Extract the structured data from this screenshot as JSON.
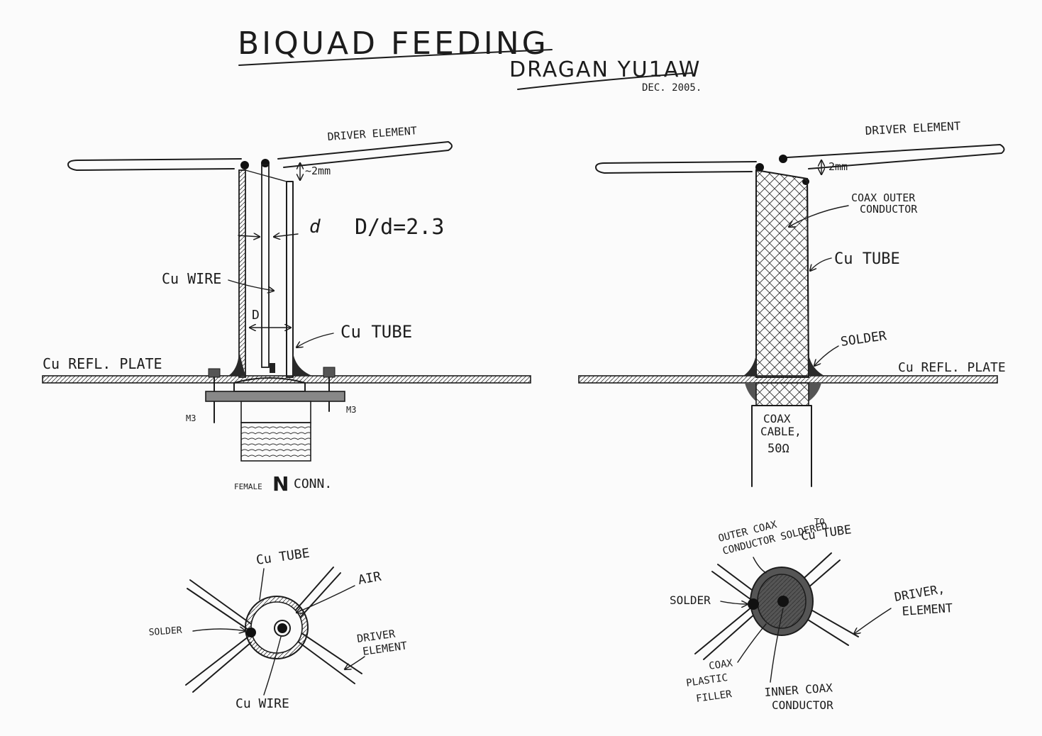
{
  "title": "BIQUAD FEEDING",
  "author": "DRAGAN YU1AW",
  "date": "DEC. 2005.",
  "left_side_view": {
    "driver_element": "DRIVER ELEMENT",
    "gap": "~2mm",
    "d_symbol": "d",
    "ratio": "D/d=2.3",
    "cu_wire": "Cu WIRE",
    "big_d": "D",
    "cu_tube": "Cu TUBE",
    "refl_plate": "Cu REFL. PLATE",
    "bolt_left": "M3",
    "bolt_right": "M3",
    "connector_prefix": "FEMALE",
    "connector_letter": "N",
    "connector_suffix": "CONN."
  },
  "right_side_view": {
    "driver_element": "DRIVER ELEMENT",
    "gap": "2mm",
    "coax_outer_1": "COAX OUTER",
    "coax_outer_2": "CONDUCTOR",
    "cu_tube": "Cu TUBE",
    "solder": "SOLDER",
    "refl_plate": "Cu REFL. PLATE",
    "coax_cable_1": "COAX",
    "coax_cable_2": "CABLE,",
    "coax_cable_3": "50Ω"
  },
  "left_cross_section": {
    "cu_tube": "Cu TUBE",
    "air": "AIR",
    "solder": "SOLDER",
    "driver_1": "DRIVER",
    "driver_2": "ELEMENT",
    "cu_wire": "Cu WIRE"
  },
  "right_cross_section": {
    "outer_1": "OUTER COAX",
    "outer_2": "CONDUCTOR SOLDERED",
    "outer_3": "TO",
    "outer_4": "Cu TUBE",
    "solder": "SOLDER",
    "driver_1": "DRIVER,",
    "driver_2": "ELEMENT",
    "filler_1": "COAX",
    "filler_2": "PLASTIC",
    "filler_3": "FILLER",
    "inner_1": "INNER COAX",
    "inner_2": "CONDUCTOR"
  }
}
